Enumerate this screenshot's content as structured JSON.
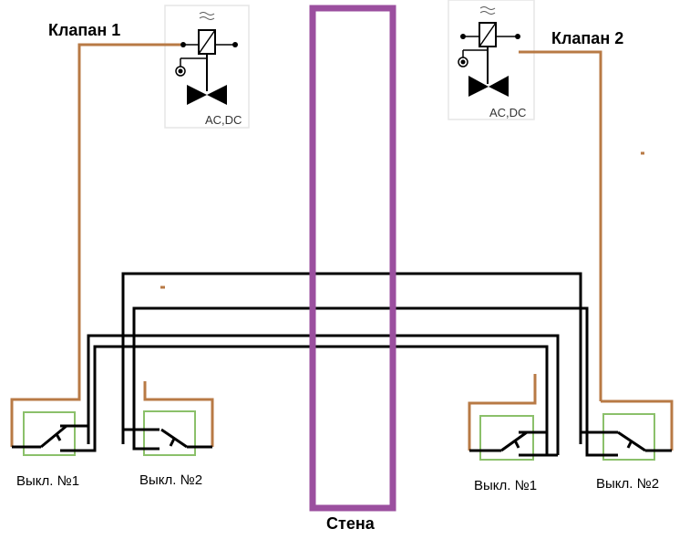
{
  "valves": [
    {
      "label": "Клапан 1",
      "spec": "AC,DC"
    },
    {
      "label": "Клапан 2",
      "spec": "AC,DC"
    }
  ],
  "switches": [
    {
      "label": "Выкл. №1"
    },
    {
      "label": "Выкл. №2"
    },
    {
      "label": "Выкл. №1"
    },
    {
      "label": "Выкл. №2"
    }
  ],
  "wall": {
    "label": "Стена"
  },
  "colors": {
    "phase_wire": "#b87a45",
    "traveler_wire": "#000000",
    "wall": "#9b4f9f",
    "switch_box": "#8bc06a",
    "valve_frame": "#e6e6e6",
    "switch_frame": "#d98a3a"
  }
}
